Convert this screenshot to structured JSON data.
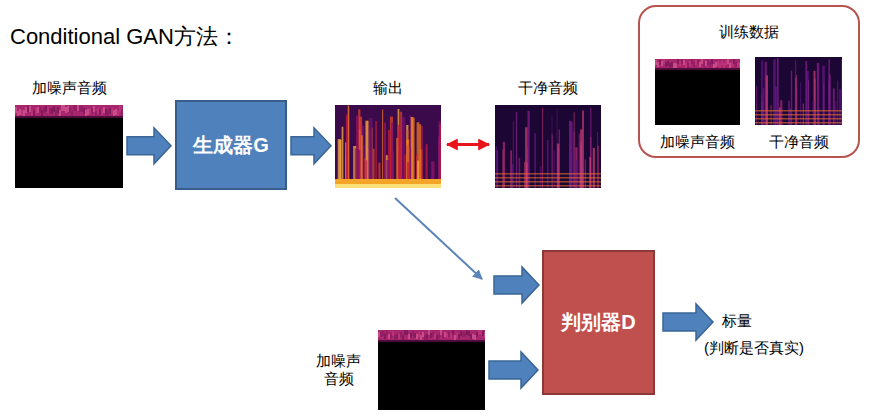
{
  "diagram": {
    "title": "Conditional GAN方法：",
    "nodes": [
      {
        "text": [
          "加噪声音频"
        ]
      },
      {
        "text": [
          "生成器G"
        ]
      },
      {
        "text": [
          "输出"
        ]
      },
      {
        "text": [
          "干净音频"
        ]
      },
      {
        "text": [
          "判别器D"
        ]
      },
      {
        "text": [
          "加噪声 音频"
        ]
      },
      {
        "text": [
          "训练数据"
        ]
      },
      {
        "text": [
          "加噪声音频"
        ],
        "in": 6
      },
      {
        "text": [
          "干净音频"
        ],
        "in": 6
      }
    ],
    "edges": [
      {
        "from": 0,
        "to": 1,
        "arrow": "to"
      },
      {
        "from": 1,
        "to": 2,
        "arrow": "to"
      },
      {
        "from": 2,
        "to": 3,
        "arrow": "both"
      },
      {
        "from": 2,
        "to": 4,
        "arrow": "to"
      },
      {
        "from": 5,
        "to": 4,
        "arrow": "to"
      }
    ],
    "labels": [
      "标量",
      "(判断是否真实)"
    ]
  }
}
